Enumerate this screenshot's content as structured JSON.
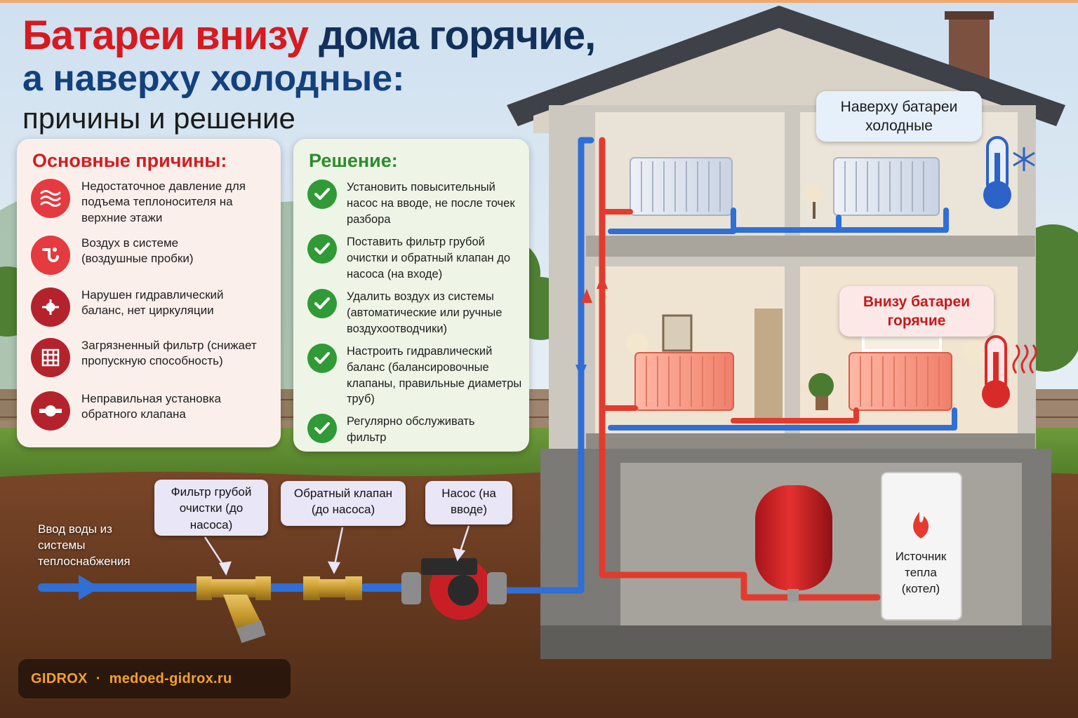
{
  "title": {
    "line1_red": "Батареи внизу",
    "line1_dark": "дома горячие,",
    "line2": "а наверху холодные:",
    "line3": "причины и решение"
  },
  "causes": {
    "heading": "Основные причины:",
    "items": [
      {
        "icon": "pressure-waves-icon",
        "text": "Недостаточное давление для подъема теплоносителя на верхние этажи"
      },
      {
        "icon": "air-bubble-icon",
        "text": "Воздух в системе (воздушные пробки)"
      },
      {
        "icon": "balance-valve-icon",
        "text": "Нарушен гидравлический баланс, нет циркуляции"
      },
      {
        "icon": "filter-grid-icon",
        "text": "Загрязненный фильтр (снижает пропускную способность)"
      },
      {
        "icon": "check-valve-icon",
        "text": "Неправильная установка обратного клапана"
      }
    ]
  },
  "solutions": {
    "heading": "Решение:",
    "items": [
      {
        "icon": "checkmark-icon",
        "text": "Установить повысительный насос на вводе, не после точек разбора"
      },
      {
        "icon": "checkmark-icon",
        "text": "Поставить фильтр грубой очистки и обратный клапан до насоса (на входе)"
      },
      {
        "icon": "checkmark-icon",
        "text": "Удалить воздух из системы (автоматические или ручные воздухоотводчики)"
      },
      {
        "icon": "checkmark-icon",
        "text": "Настроить гидравлический баланс (балансировочные клапаны, правильные диаметры труб)"
      },
      {
        "icon": "checkmark-icon",
        "text": "Регулярно обслуживать фильтр"
      }
    ]
  },
  "callouts": {
    "filter": "Фильтр грубой очистки (до насоса)",
    "check_valve": "Обратный клапан (до насоса)",
    "pump": "Насос (на вводе)",
    "inlet": "Ввод воды из системы теплоснабжения"
  },
  "house": {
    "top_label": "Наверху батареи холодные",
    "bottom_label": "Внизу батареи горячие",
    "boiler_label": "Источник тепла (котел)"
  },
  "footer": {
    "brand": "GIDROX",
    "separator": "·",
    "site": "medoed-gidrox.ru"
  },
  "colors": {
    "hot": "#e23b2e",
    "cold": "#2f6fd6",
    "cause_icon": "#b4232c",
    "check": "#2f9a36"
  }
}
